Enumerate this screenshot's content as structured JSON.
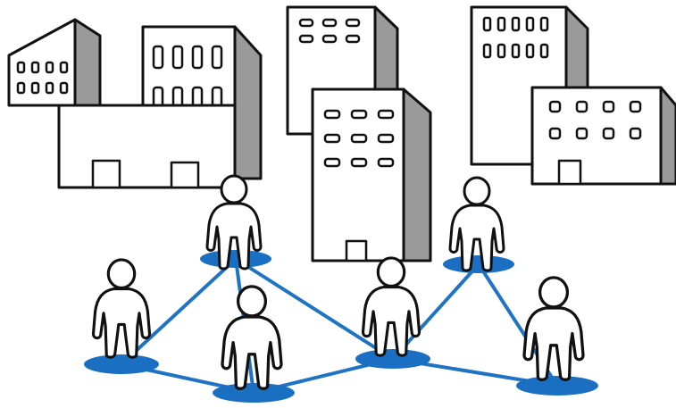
{
  "colors": {
    "background": "#ffffff",
    "building_face": "#ffffff",
    "building_shade": "#9a9a9a",
    "outline": "#111111",
    "person_fill": "#ffffff",
    "network_link": "#1f73c4",
    "node_ellipse": "#1a6fc2"
  },
  "illustration": {
    "buildings": [
      {
        "name": "building-left-small"
      },
      {
        "name": "building-left-tall"
      },
      {
        "name": "building-left-wide"
      },
      {
        "name": "building-center-back"
      },
      {
        "name": "building-center-front"
      },
      {
        "name": "building-right-back"
      },
      {
        "name": "building-right-front"
      }
    ],
    "people": [
      {
        "name": "person-top-left"
      },
      {
        "name": "person-left"
      },
      {
        "name": "person-bottom-center"
      },
      {
        "name": "person-center"
      },
      {
        "name": "person-top-right"
      },
      {
        "name": "person-right"
      }
    ],
    "connections": [
      [
        "person-left",
        "person-top-left"
      ],
      [
        "person-left",
        "person-bottom-center"
      ],
      [
        "person-top-left",
        "person-bottom-center"
      ],
      [
        "person-top-left",
        "person-center"
      ],
      [
        "person-bottom-center",
        "person-center"
      ],
      [
        "person-center",
        "person-top-right"
      ],
      [
        "person-center",
        "person-right"
      ],
      [
        "person-top-right",
        "person-right"
      ]
    ]
  }
}
